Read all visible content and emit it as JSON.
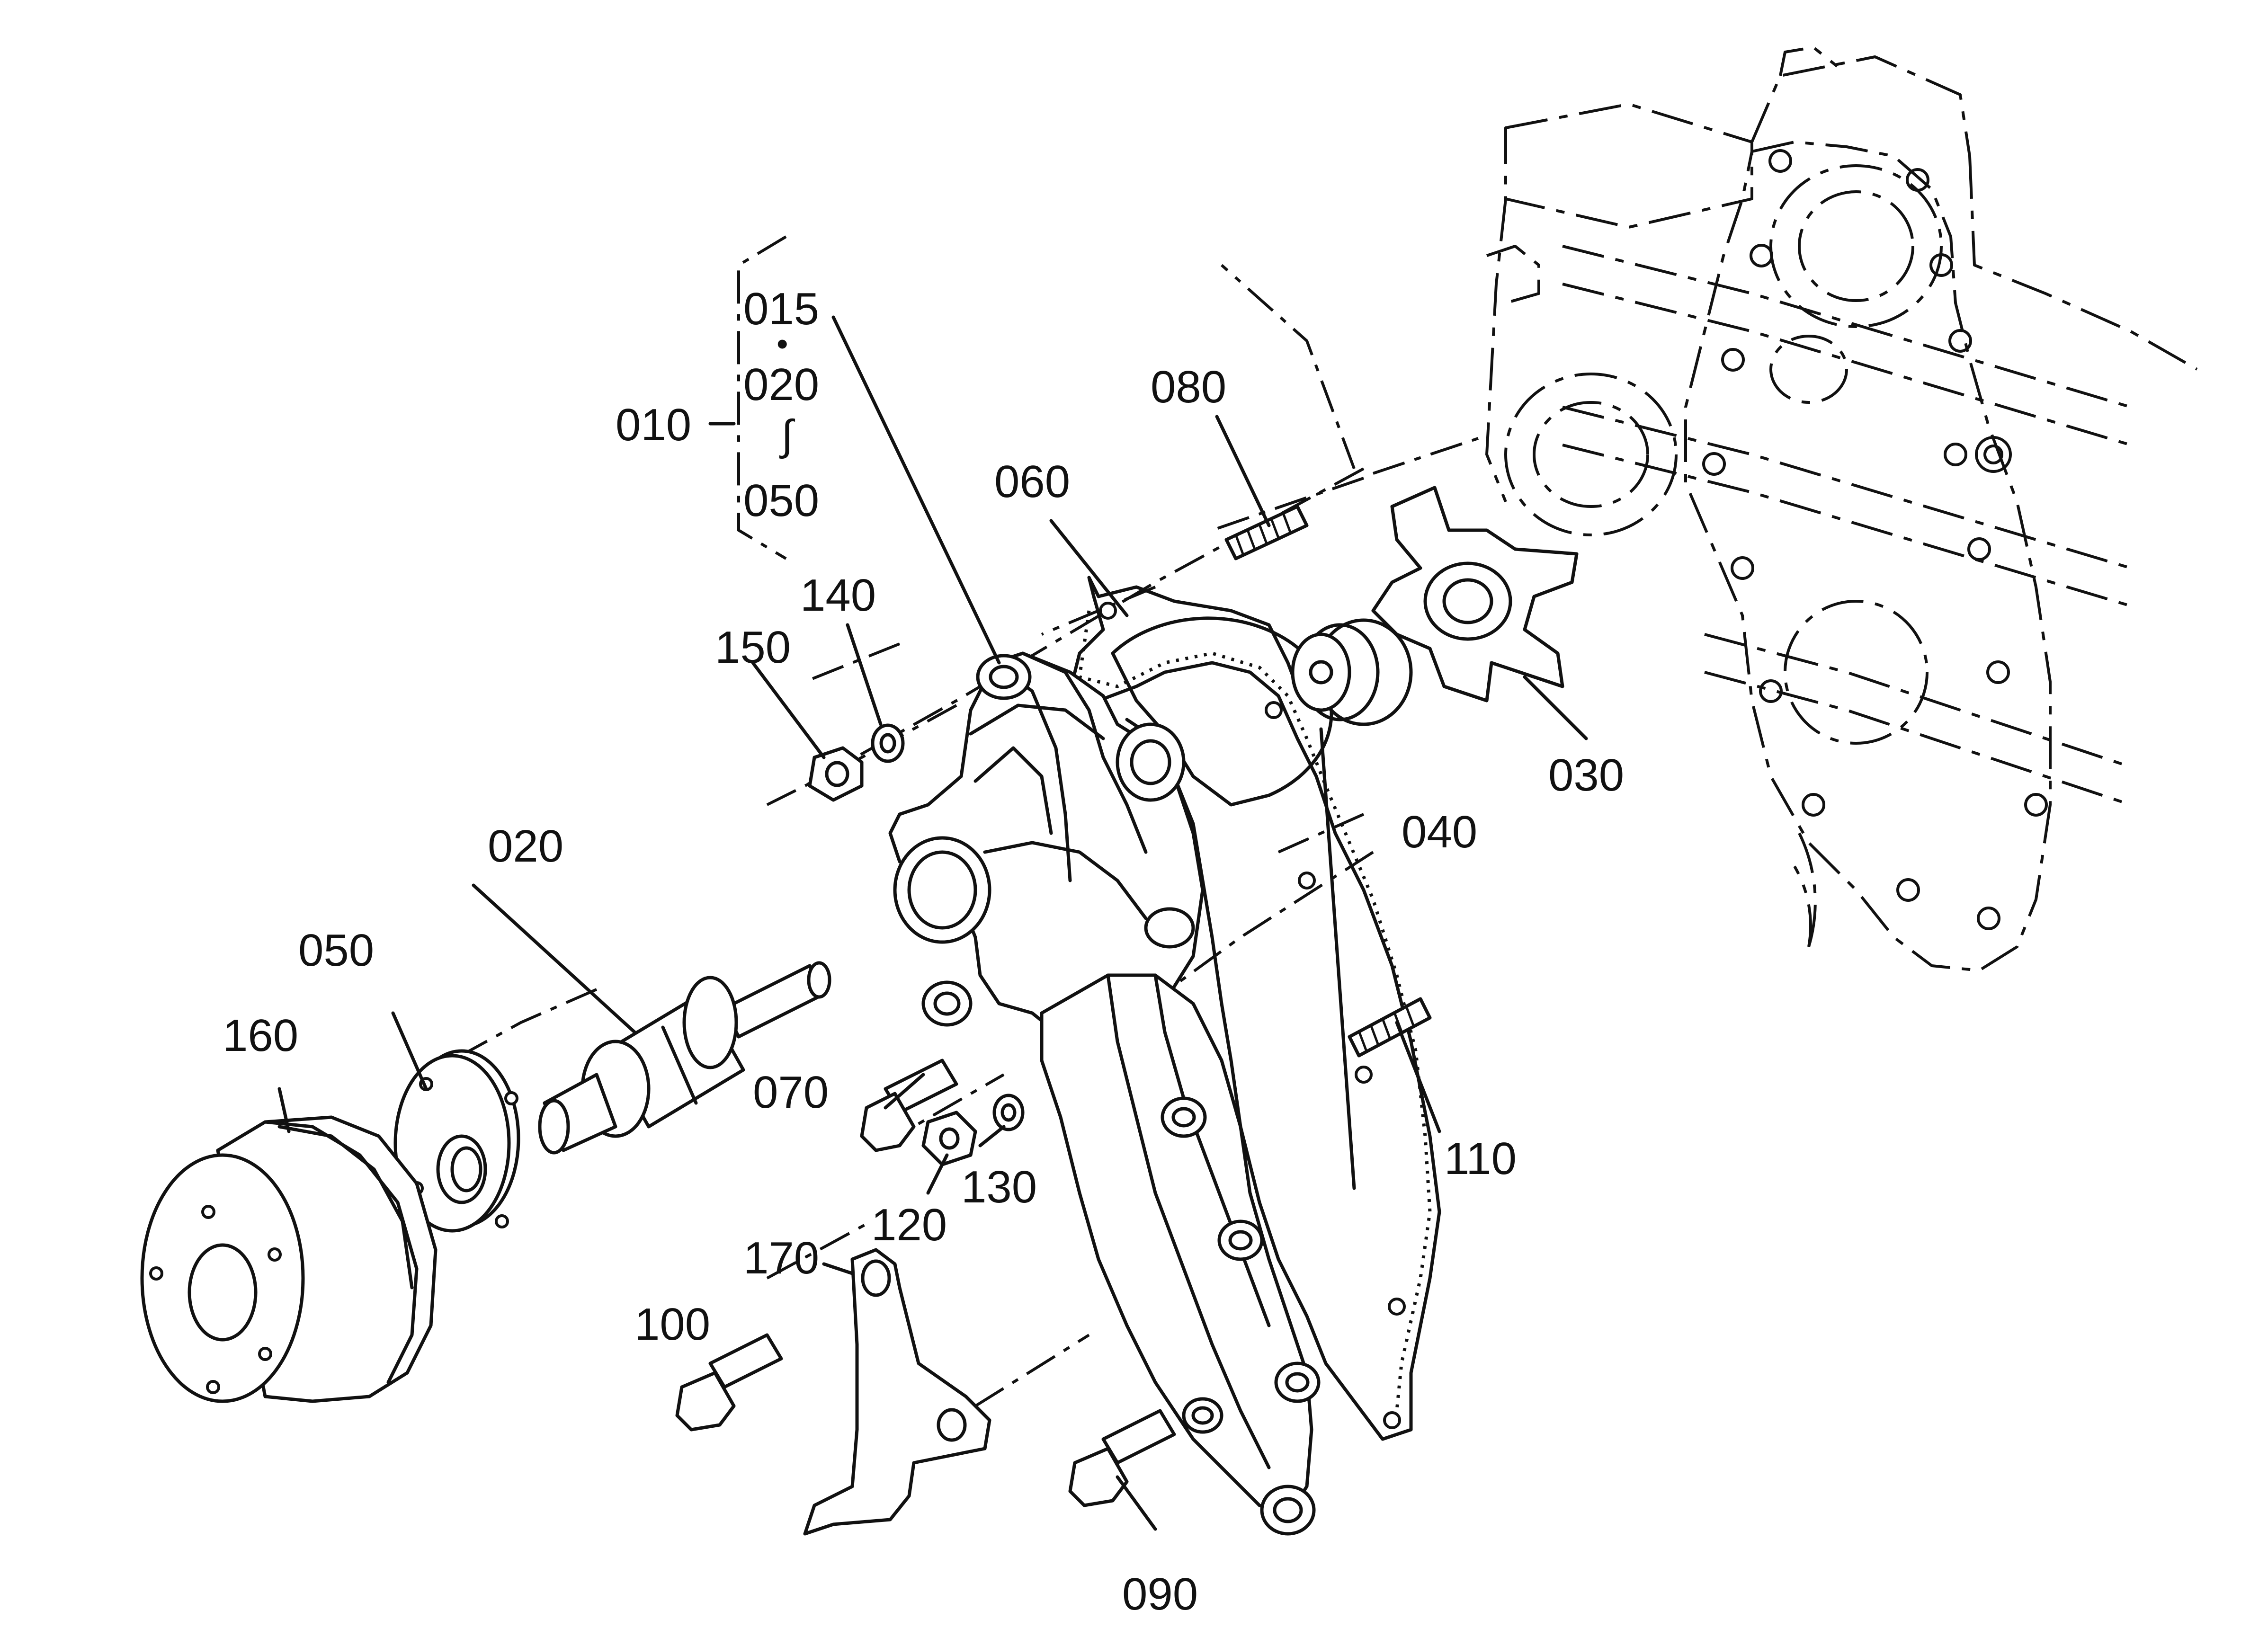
{
  "diagram": {
    "type": "exploded-parts-view",
    "callouts": {
      "p010": "010",
      "p015": "015",
      "p020a": "020",
      "p050a": "050",
      "p020": "020",
      "p030": "030",
      "p040": "040",
      "p050": "050",
      "p060": "060",
      "p070": "070",
      "p080": "080",
      "p090": "090",
      "p100": "100",
      "p110": "110",
      "p120": "120",
      "p130": "130",
      "p140": "140",
      "p150": "150",
      "p160": "160",
      "p170": "170"
    },
    "range_symbols": {
      "dot": "•",
      "tilde": "∫"
    },
    "line_color": "#111111",
    "background": "#ffffff"
  }
}
